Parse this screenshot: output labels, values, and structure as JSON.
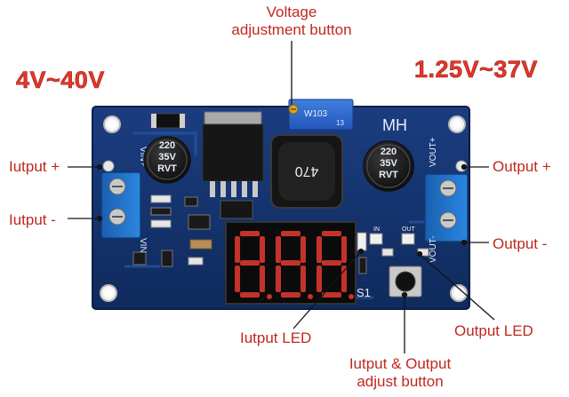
{
  "ranges": {
    "input": "4V~40V",
    "output": "1.25V~37V"
  },
  "labels": {
    "voltage_adjust": [
      "Voltage",
      "adjustment button"
    ],
    "input_plus": "Iutput +",
    "input_minus": "Iutput -",
    "output_plus": "Output +",
    "output_minus": "Output -",
    "input_led": "Iutput LED",
    "output_led": "Output LED",
    "io_adjust": [
      "Iutput & Output",
      "adjust button"
    ]
  },
  "silkscreen": {
    "brand": "MH",
    "pot": "W103",
    "pot_num": "13",
    "inductor": "470",
    "cap_left": [
      "220",
      "35V",
      "RVT"
    ],
    "cap_right": [
      "220",
      "35V",
      "RVT"
    ],
    "vin_plus": "VIN+",
    "vin_minus": "VIN-",
    "vout_plus": "VOUT+",
    "vout_minus": "VOUT-",
    "led_in": "IN",
    "led_out": "OUT",
    "switch": "S1",
    "display": "8.8.8"
  },
  "colors": {
    "label": "#c0281e",
    "range": "#e5372a",
    "pcb": "#13306a",
    "terminal": "#1d6fc4"
  }
}
